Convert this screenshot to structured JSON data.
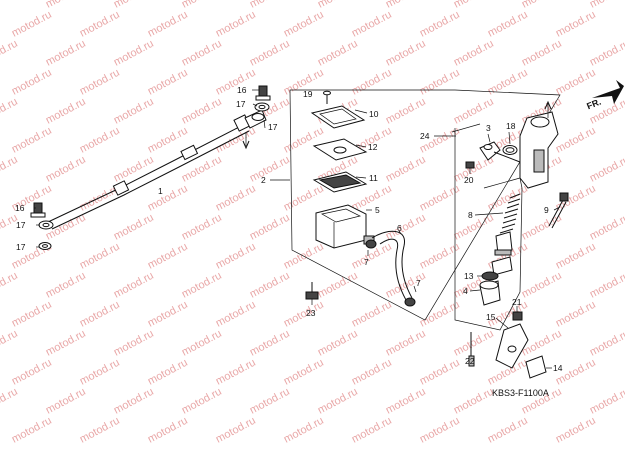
{
  "watermark": {
    "text": "motod.ru"
  },
  "diagram_code": "KBS3-F1100A",
  "direction_label": "FR.",
  "colors": {
    "watermark": "#e9a8a8",
    "ink": "#111111",
    "background": "#ffffff"
  },
  "callouts": [
    {
      "id": "c16a",
      "label": "16"
    },
    {
      "id": "c17a",
      "label": "17"
    },
    {
      "id": "c17b",
      "label": "17"
    },
    {
      "id": "c1",
      "label": "1"
    },
    {
      "id": "c16b",
      "label": "16"
    },
    {
      "id": "c17c",
      "label": "17"
    },
    {
      "id": "c17d",
      "label": "17"
    },
    {
      "id": "c2",
      "label": "2"
    },
    {
      "id": "c19",
      "label": "19"
    },
    {
      "id": "c10",
      "label": "10"
    },
    {
      "id": "c12",
      "label": "12"
    },
    {
      "id": "c11",
      "label": "11"
    },
    {
      "id": "c5",
      "label": "5"
    },
    {
      "id": "c6",
      "label": "6"
    },
    {
      "id": "c7a",
      "label": "7"
    },
    {
      "id": "c7b",
      "label": "7"
    },
    {
      "id": "c23",
      "label": "23"
    },
    {
      "id": "c24",
      "label": "24"
    },
    {
      "id": "c3",
      "label": "3"
    },
    {
      "id": "c18",
      "label": "18"
    },
    {
      "id": "c20",
      "label": "20"
    },
    {
      "id": "c8",
      "label": "8"
    },
    {
      "id": "c9",
      "label": "9"
    },
    {
      "id": "c13",
      "label": "13"
    },
    {
      "id": "c4",
      "label": "4"
    },
    {
      "id": "c21",
      "label": "21"
    },
    {
      "id": "c15",
      "label": "15"
    },
    {
      "id": "c22",
      "label": "22"
    },
    {
      "id": "c14",
      "label": "14"
    }
  ]
}
